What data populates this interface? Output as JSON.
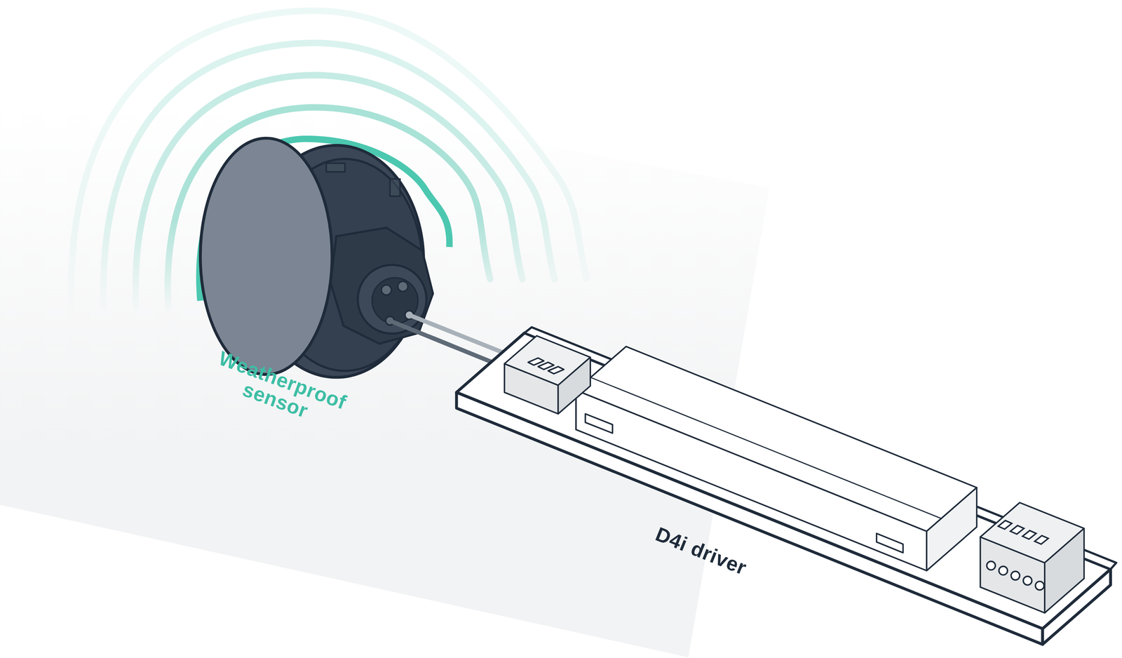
{
  "diagram": {
    "nodes": [
      {
        "text": [
          "Weatherproof sensor"
        ]
      },
      {
        "text": [
          "D4i driver"
        ]
      }
    ],
    "edges": [
      {
        "from": 0,
        "to": 1,
        "arrow": "none"
      },
      {
        "from": 0,
        "to": 1,
        "arrow": "none"
      }
    ]
  }
}
